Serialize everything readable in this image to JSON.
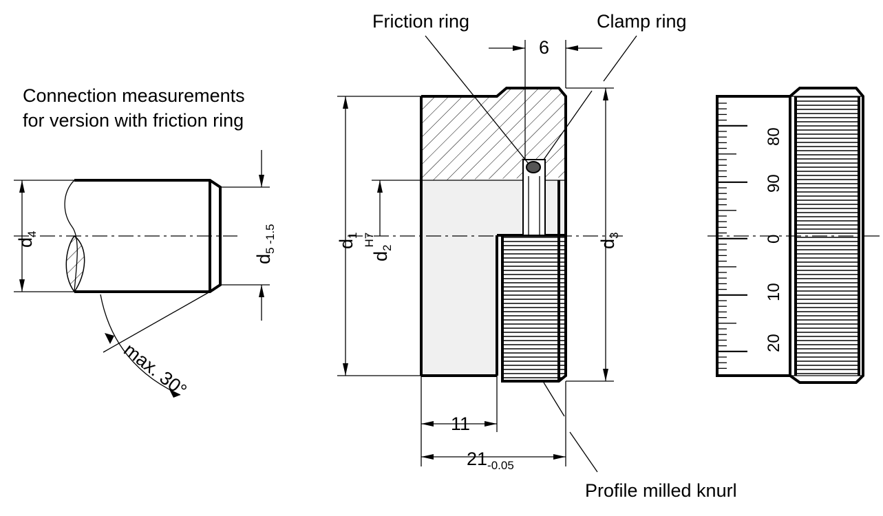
{
  "labels": {
    "friction_ring": "Friction ring",
    "clamp_ring": "Clamp ring",
    "connection_line1": "Connection measurements",
    "connection_line2": "for version with friction ring",
    "profile_knurl": "Profile milled knurl"
  },
  "dimensions": {
    "six": "6",
    "d4": "d",
    "d4_sub": "4",
    "d5": "d",
    "d5_sub": "5 -1.5",
    "d1": "d",
    "d1_sub": "1",
    "d2": "d",
    "d2_sub": "2",
    "d2_sup": "H7",
    "d3": "d",
    "d3_sub": "3",
    "eleven": "11",
    "twentyone": "21",
    "twentyone_sub": "-0.05",
    "angle": "max. 30°"
  },
  "scale": {
    "labels": [
      "80",
      "90",
      "0",
      "10",
      "20"
    ]
  }
}
